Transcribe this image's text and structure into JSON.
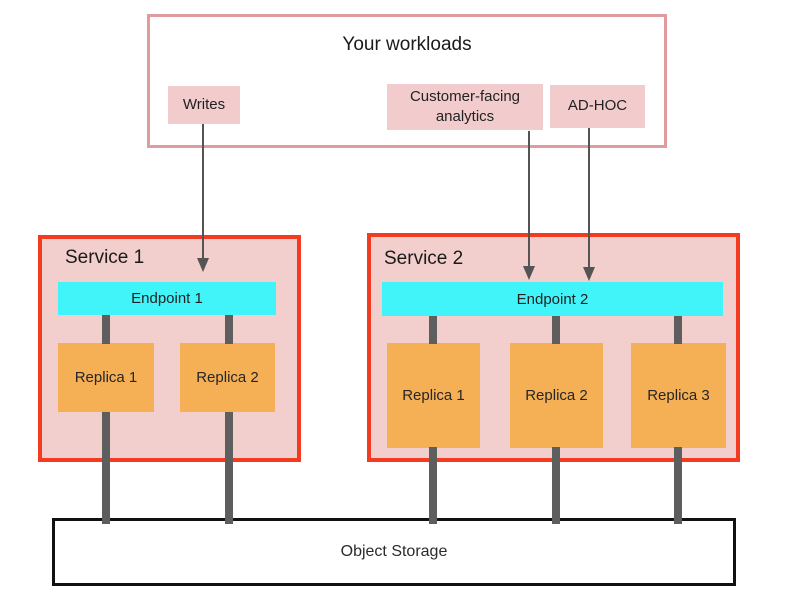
{
  "diagram": {
    "workloads": {
      "title": "Your workloads",
      "items": [
        {
          "label": "Writes"
        },
        {
          "label": "Customer-facing analytics"
        },
        {
          "label": "AD-HOC"
        }
      ]
    },
    "services": [
      {
        "title": "Service 1",
        "endpoint": "Endpoint 1",
        "replicas": [
          "Replica 1",
          "Replica 2"
        ]
      },
      {
        "title": "Service 2",
        "endpoint": "Endpoint 2",
        "replicas": [
          "Replica 1",
          "Replica 2",
          "Replica 3"
        ]
      }
    ],
    "storage": {
      "label": "Object Storage"
    },
    "colors": {
      "service_border": "#f23b21",
      "service_fill": "#f2cecd",
      "endpoint_fill": "#41f4f9",
      "replica_fill": "#f5b055",
      "workloads_border": "#e09b9c",
      "workload_item_fill": "#f2cccc",
      "connector": "#5e5e5e",
      "arrow": "#545454",
      "storage_border": "#111111",
      "text": "#1e1e1e"
    }
  }
}
